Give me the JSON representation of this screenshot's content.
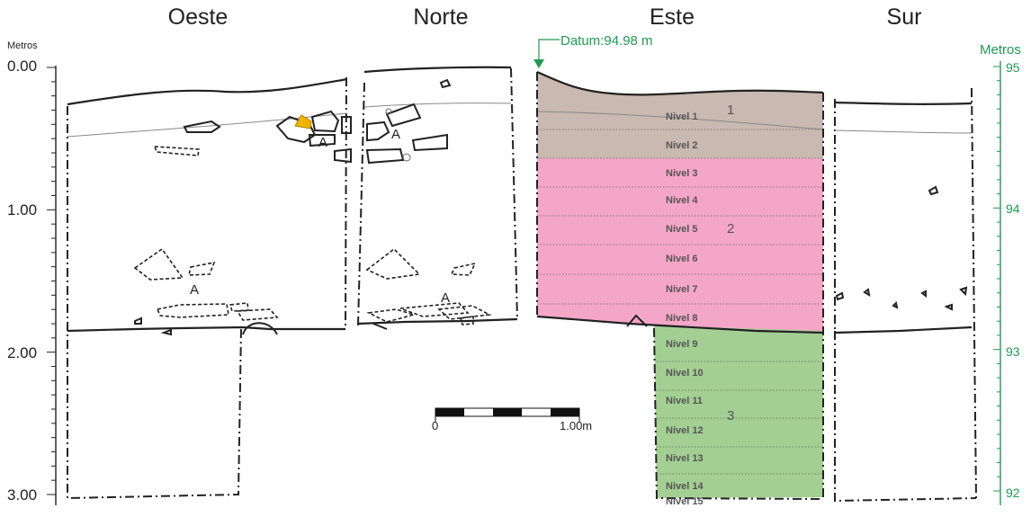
{
  "walls": {
    "oeste": "Oeste",
    "norte": "Norte",
    "este": "Este",
    "sur": "Sur"
  },
  "depth_axis": {
    "title": "Metros",
    "labels": [
      "0.00",
      "1.00",
      "2.00",
      "3.00"
    ]
  },
  "elevation_axis": {
    "title": "Metros",
    "labels": [
      "95",
      "94",
      "93",
      "92"
    ],
    "color": "#1f9a55"
  },
  "datum": "Datum:94.98 m",
  "scale_bar": {
    "start": "0",
    "end": "1.00m"
  },
  "levels": [
    "Nivel 1",
    "Nivel 2",
    "Nivel 3",
    "Nivel 4",
    "Nivel 5",
    "Nivel 6",
    "Nivel 7",
    "Nivel 8",
    "Nivel 9",
    "Nivel 10",
    "Nivel 11",
    "Nivel 12",
    "Nivel 13",
    "Nivel 14",
    "Nivel 15"
  ],
  "layers": [
    {
      "label": "1",
      "color": "#c9b9b0"
    },
    {
      "label": "2",
      "color": "#f4a6c6"
    },
    {
      "label": "3",
      "color": "#a3cf93"
    }
  ],
  "feature_label": "A",
  "highlight_color": "#f0b400"
}
